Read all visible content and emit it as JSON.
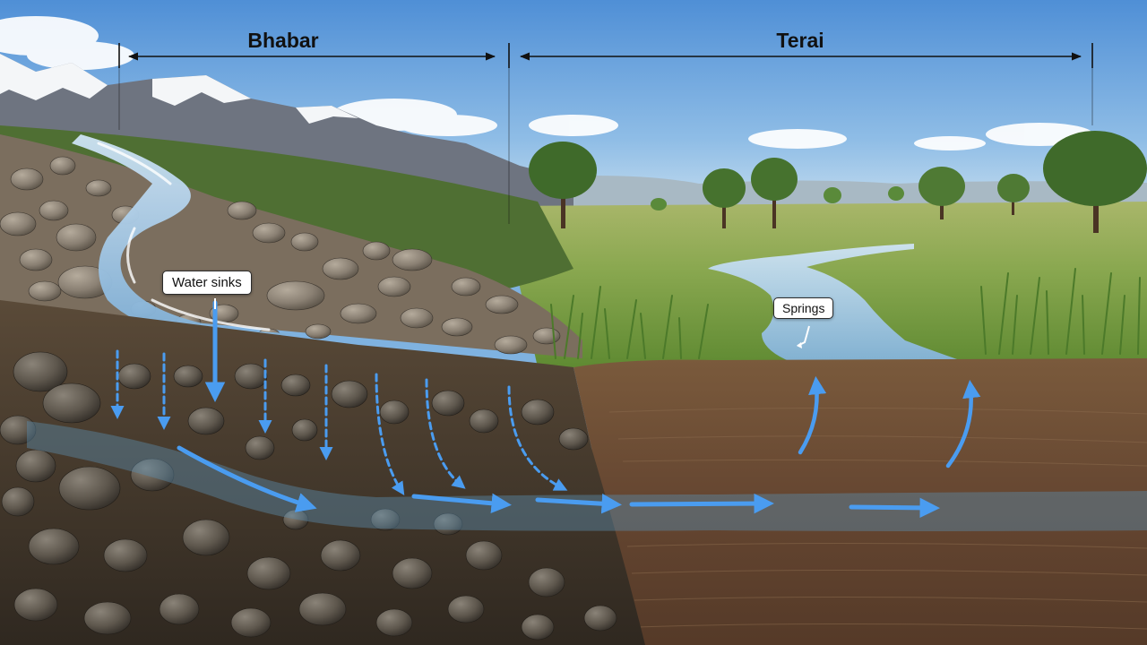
{
  "zones": {
    "bhabar": "Bhabar",
    "terai": "Terai"
  },
  "callouts": {
    "water_sinks": "Water sinks",
    "springs": "Springs"
  },
  "colors": {
    "sky_top": "#4f8fd6",
    "flow_arrow": "#4a9cf0",
    "bhabar_boulders": "#4a4135",
    "terai_soil": "#6b4e35",
    "grassland": "#7ea447",
    "snow": "#f4f6f8"
  },
  "icons": {
    "downward_arrows": "arrow-down-icon",
    "flow_arrows": "arrow-right-icon",
    "spring_arrows": "arrow-up-icon"
  }
}
